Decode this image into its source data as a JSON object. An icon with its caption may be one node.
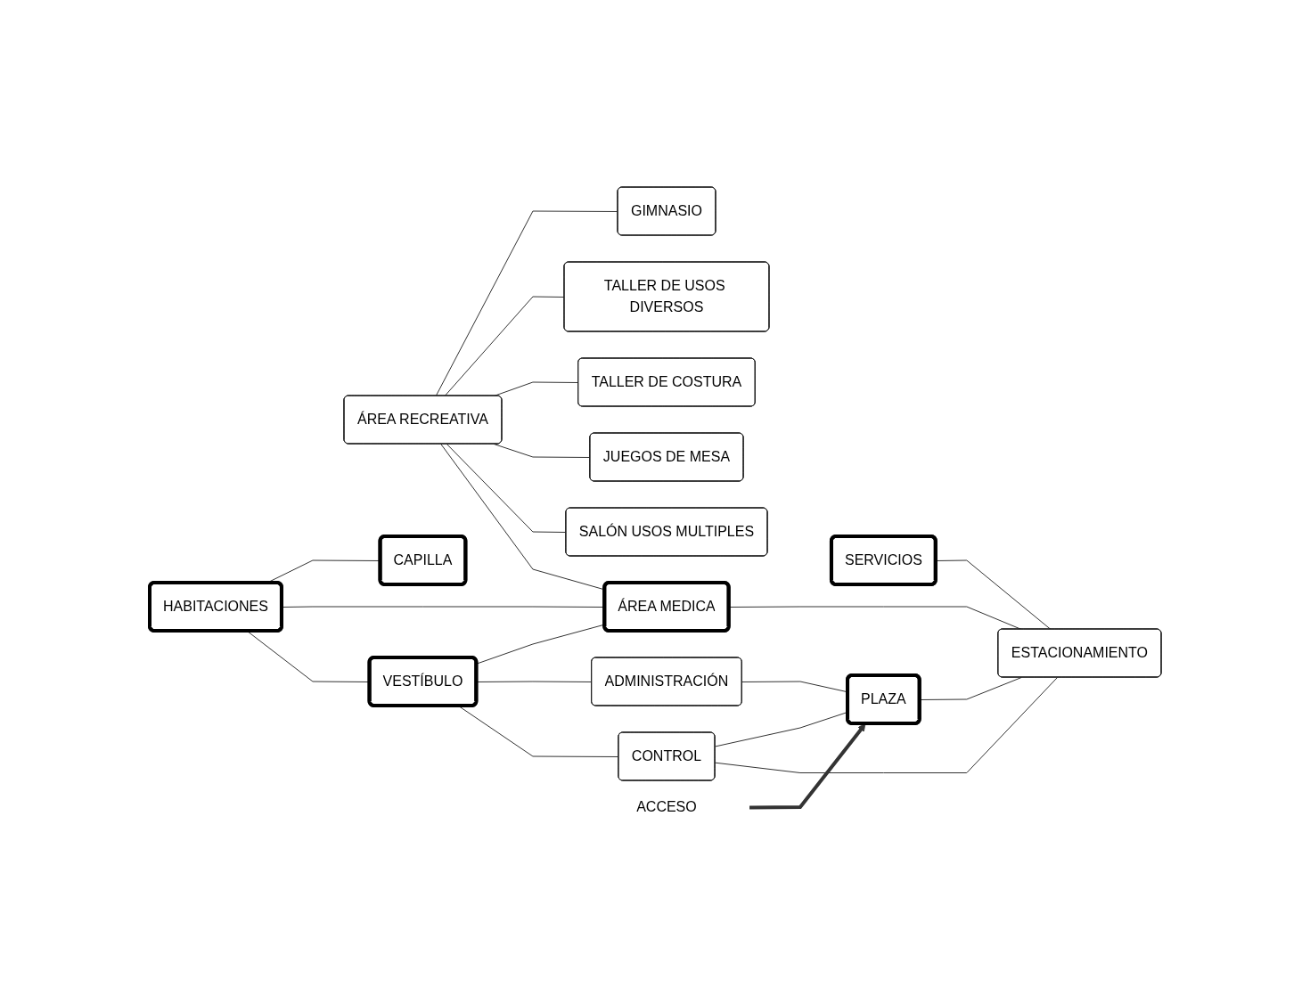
{
  "diagram": {
    "nodes": [
      {
        "text": [
          "CAPILLA"
        ]
      },
      {
        "text": [
          "GIMNASIO"
        ]
      },
      {
        "text": [
          "HABITACIONES"
        ]
      },
      {
        "text": [
          "ÁREA RECREATIVA"
        ]
      },
      {
        "text": [
          "TALLER DE USOS DIVERSOS"
        ]
      },
      {
        "text": [
          "TALLER DE COSTURA"
        ]
      },
      {
        "text": [
          "VESTÍBULO"
        ]
      },
      {
        "text": [
          "ÁREA MEDICA"
        ]
      },
      {
        "text": [
          "ADMINISTRACIÓN"
        ]
      },
      {
        "text": [
          "JUEGOS DE MESA"
        ]
      },
      {
        "text": [
          "CONTROL"
        ]
      },
      {
        "text": [
          "SERVICIOS"
        ]
      },
      {
        "text": [
          "SALÓN USOS MULTIPLES"
        ]
      },
      {
        "text": [
          "PLAZA"
        ]
      },
      {
        "text": [
          "ESTACIONAMIENTO"
        ]
      },
      {
        "text": [
          "ACCESO"
        ]
      }
    ],
    "edges": [
      {
        "from": 2,
        "to": 0,
        "arrow": "none"
      },
      {
        "from": 2,
        "to": 7,
        "arrow": "none"
      },
      {
        "from": 2,
        "to": 6,
        "arrow": "none"
      },
      {
        "from": 3,
        "to": 1,
        "arrow": "none"
      },
      {
        "from": 3,
        "to": 4,
        "arrow": "none"
      },
      {
        "from": 3,
        "to": 5,
        "arrow": "none"
      },
      {
        "from": 3,
        "to": 9,
        "arrow": "none"
      },
      {
        "from": 3,
        "to": 12,
        "arrow": "none"
      },
      {
        "from": 3,
        "to": 7,
        "arrow": "none"
      },
      {
        "from": 6,
        "to": 7,
        "arrow": "none"
      },
      {
        "from": 6,
        "to": 8,
        "arrow": "none"
      },
      {
        "from": 6,
        "to": 10,
        "arrow": "none"
      },
      {
        "from": 10,
        "to": 13,
        "arrow": "none"
      },
      {
        "from": 8,
        "to": 13,
        "arrow": "none"
      },
      {
        "from": 10,
        "to": 14,
        "arrow": "none"
      },
      {
        "from": 11,
        "to": 14,
        "arrow": "none"
      },
      {
        "from": 7,
        "to": 14,
        "arrow": "none"
      },
      {
        "from": 13,
        "to": 14,
        "arrow": "none"
      },
      {
        "from": 15,
        "to": 13,
        "arrow": "to",
        "style": "thick"
      }
    ]
  }
}
